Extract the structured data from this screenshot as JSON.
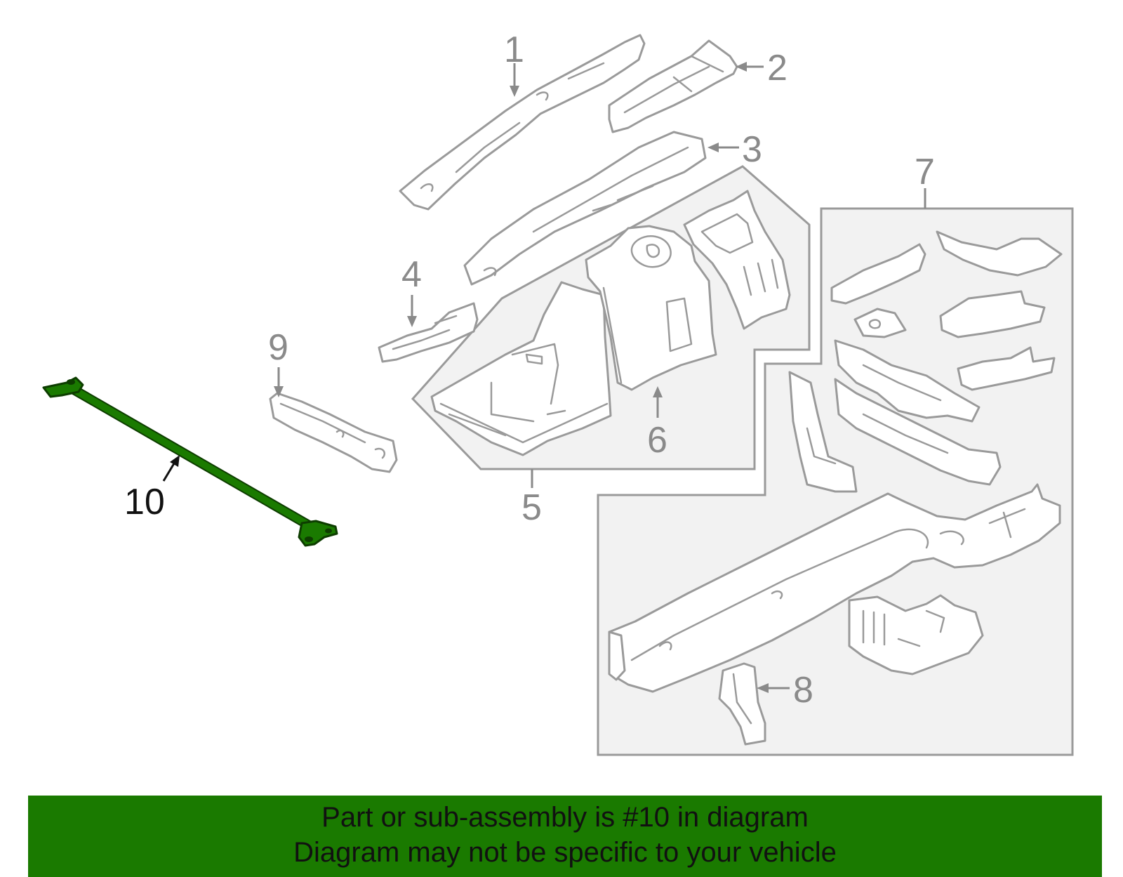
{
  "callouts": {
    "c1": "1",
    "c2": "2",
    "c3": "3",
    "c4": "4",
    "c5": "5",
    "c6": "6",
    "c7": "7",
    "c8": "8",
    "c9": "9",
    "c10": "10"
  },
  "selected_part": "10",
  "colors": {
    "highlight": "#1a7a00",
    "line_gray": "#9a9a9a",
    "box_fill": "#f2f2f2"
  },
  "banner": {
    "line1": "Part or sub-assembly is #10 in diagram",
    "line2": "Diagram may not be specific to your vehicle"
  }
}
